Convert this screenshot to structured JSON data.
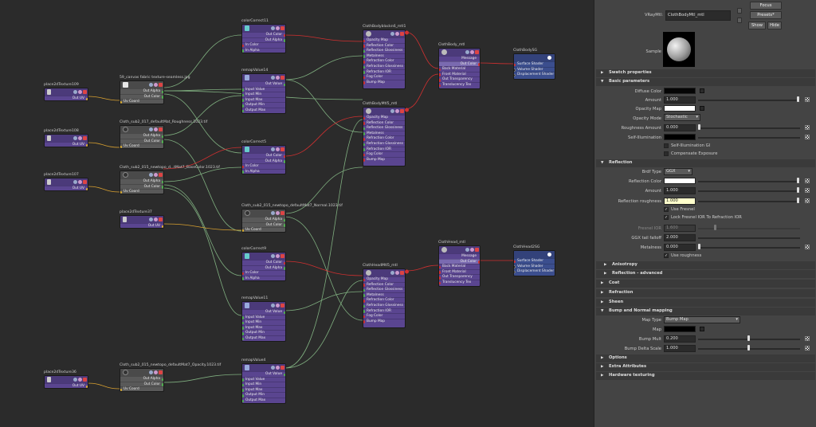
{
  "graph": {
    "nodes": {
      "colorCorrect11": {
        "title": "colorCorrect11",
        "ports": [
          "Out Color",
          "Out Alpha",
          "In Color",
          "In Alpha"
        ]
      },
      "remapValue14": {
        "title": "remapValue14",
        "ports": [
          "Out Value",
          "Input Value",
          "Input Min",
          "Input Max",
          "Output Min",
          "Output Max"
        ]
      },
      "colorCorrect5": {
        "title": "colorCorrect5",
        "ports": [
          "Out Color",
          "Out Alpha",
          "In Color",
          "In Alpha"
        ]
      },
      "clothBodyBlacken": {
        "title": "ClothBodyblackn6_mtl1",
        "ports": [
          "Opacity Map",
          "Reflection Color",
          "Reflection Glossiness",
          "Metalness",
          "Refraction Color",
          "Refraction Glossiness",
          "Refraction IOR",
          "Fog Color",
          "Bump Map"
        ]
      },
      "clothBodyMtl5": {
        "title": "ClothBodyMtl5_mtl",
        "ports": [
          "Opacity Map",
          "Reflection Color",
          "Reflection Glossiness",
          "Metalness",
          "Refraction Color",
          "Refraction Glossiness",
          "Refraction IOR",
          "Fog Color",
          "Bump Map"
        ]
      },
      "clothBodyMtl": {
        "title": "ClothBody_mtl",
        "ports": [
          "Message",
          "Out Color",
          "Back Material",
          "Front Material",
          "Out Transparency",
          "Translucency Tex"
        ]
      },
      "clothBodySG": {
        "title": "ClothBodySG",
        "ports": [
          "Surface Shader",
          "Volume Shader",
          "Displacement Shader"
        ]
      },
      "place109": {
        "title": "place2dTexture109",
        "ports": [
          "Out UV"
        ]
      },
      "place108": {
        "title": "place2dTexture108",
        "ports": [
          "Out UV"
        ]
      },
      "place107": {
        "title": "place2dTexture107",
        "ports": [
          "Out UV"
        ]
      },
      "place37": {
        "title": "place2dTexture37",
        "ports": [
          "Out UV"
        ]
      },
      "place36": {
        "title": "place2dTexture36",
        "ports": [
          "Out UV"
        ]
      },
      "canvasFile": {
        "title": "59_canvas fabric texture-seamless.jpg",
        "ports": [
          "Out Alpha",
          "Out Color",
          "Uv Coord"
        ]
      },
      "roughFile": {
        "title": "Cloth_sub2_017_defaultMat_Roughness.1023.tif",
        "ports": [
          "Out Alpha",
          "Out Color",
          "Uv Coord"
        ]
      },
      "baseFile": {
        "title": "Cloth_sub2_015_newtopo_d...tMat7_BaseColor.1023.tif",
        "ports": [
          "Out Alpha",
          "Out Color",
          "Uv Coord"
        ]
      },
      "normalFile": {
        "title": "Cloth_sub2_015_newtopo_defaultMat7_Normal.1023.tif",
        "ports": [
          "Out Alpha",
          "Out Color",
          "Uv Coord"
        ]
      },
      "opacityFile": {
        "title": "Cloth_sub2_015_newtopo_defaultMat7_Opacity.1023.tif",
        "ports": [
          "Out Alpha",
          "Out Color",
          "Uv Coord"
        ]
      },
      "colorCorrect9": {
        "title": "colorCorrect9",
        "ports": [
          "Out Color",
          "Out Alpha",
          "In Color",
          "In Alpha"
        ]
      },
      "remapValue11": {
        "title": "remapValue11",
        "ports": [
          "Out Value",
          "Input Value",
          "Input Min",
          "Input Max",
          "Output Min",
          "Output Max"
        ]
      },
      "remapValue4": {
        "title": "remapValue4",
        "ports": [
          "Out Value",
          "Input Value",
          "Input Min",
          "Input Max",
          "Output Min",
          "Output Max"
        ]
      },
      "clothHeadMtl5": {
        "title": "ClothHeadMtl5_mtl",
        "ports": [
          "Opacity Map",
          "Reflection Color",
          "Reflection Glossiness",
          "Metalness",
          "Refraction Color",
          "Refraction Glossiness",
          "Refraction IOR",
          "Fog Color",
          "Bump Map"
        ]
      },
      "clothHeadMtl": {
        "title": "ClothHead_mtl",
        "ports": [
          "Message",
          "Out Color",
          "Back Material",
          "Front Material",
          "Out Transparency",
          "Translucency Tex"
        ]
      },
      "clothHeadSG": {
        "title": "ClothHead2SG",
        "ports": [
          "Surface Shader",
          "Volume Shader",
          "Displacement Shader"
        ]
      }
    }
  },
  "ae": {
    "vraymtl_label": "VRayMtl:",
    "material_name": "ClothBodyMtl_mtl",
    "focus": "Focus",
    "presets": "Presets*",
    "show": "Show",
    "hide": "Hide",
    "sample_label": "Sample",
    "sections": {
      "swatch": "Swatch properties",
      "basic": "Basic parameters",
      "reflection": "Reflection",
      "anisotropy": "Anisotropy",
      "refl_adv": "Reflection - advanced",
      "coat": "Coat",
      "refraction": "Refraction",
      "sheen": "Sheen",
      "bump": "Bump and Normal mapping",
      "options": "Options",
      "extra": "Extra Attributes",
      "hw": "Hardware texturing"
    },
    "basic": {
      "diffuse_color": "Diffuse Color",
      "amount": "Amount",
      "amount_val": "1.000",
      "opacity_map": "Opacity Map",
      "opacity_mode": "Opacity Mode",
      "opacity_mode_val": "Stochastic",
      "roughness_amount": "Roughness Amount",
      "roughness_val": "0.000",
      "self_illum": "Self-Illumination",
      "self_illum_gi": "Self-Illumination GI",
      "comp_exposure": "Compensate Exposure"
    },
    "reflection": {
      "brdf_type": "Brdf Type",
      "brdf_val": "GGX",
      "refl_color": "Reflection Color",
      "amount": "Amount",
      "amount_val": "1.000",
      "refl_rough": "Reflection roughness",
      "refl_rough_val": "1.000",
      "use_fresnel": "Use Fresnel",
      "lock_ior": "Lock Fresnel IOR To Refraction IOR",
      "fresnel_ior": "Fresnel IOR",
      "fresnel_ior_val": "1.600",
      "ggx_tail": "GGX tail falloff",
      "ggx_tail_val": "2.000",
      "metalness": "Metalness",
      "metalness_val": "0.000",
      "use_roughness": "Use roughness"
    },
    "bump": {
      "map_type": "Map Type",
      "map_type_val": "Bump Map",
      "map": "Map",
      "bump_mult": "Bump Mult",
      "bump_mult_val": "0.200",
      "bump_delta": "Bump Delta Scale",
      "bump_delta_val": "1.000"
    },
    "colors": {
      "diffuse": "#050505",
      "opacity": "#ffffff",
      "self_illum": "#000000",
      "refl_color": "#ffffff",
      "refl_rough_bg": "#ffffcc",
      "map": "#000000"
    }
  }
}
